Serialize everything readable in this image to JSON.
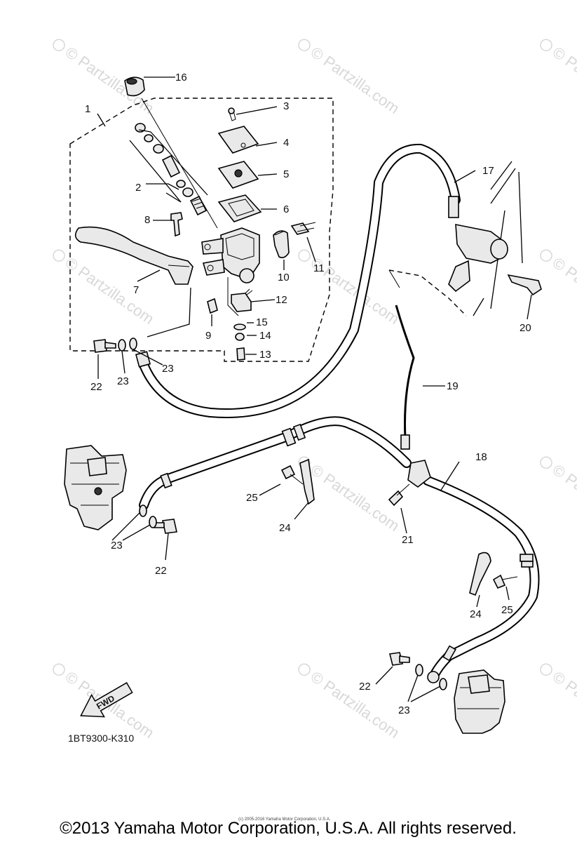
{
  "watermark": "© Partzilla.com",
  "callouts": [
    "1",
    "2",
    "3",
    "4",
    "5",
    "6",
    "7",
    "8",
    "9",
    "10",
    "11",
    "12",
    "13",
    "14",
    "15",
    "16",
    "17",
    "18",
    "19",
    "20",
    "21",
    "22",
    "22",
    "22",
    "23",
    "23",
    "23",
    "23",
    "24",
    "24",
    "25",
    "25"
  ],
  "fwd_label": "FWD",
  "diagram_code": "1BT9300-K310",
  "small_notice": "(c) 2005-2016 Yamaha Motor Corporation, U.S.A.",
  "copyright": "©2013 Yamaha Motor Corporation, U.S.A. All rights reserved."
}
